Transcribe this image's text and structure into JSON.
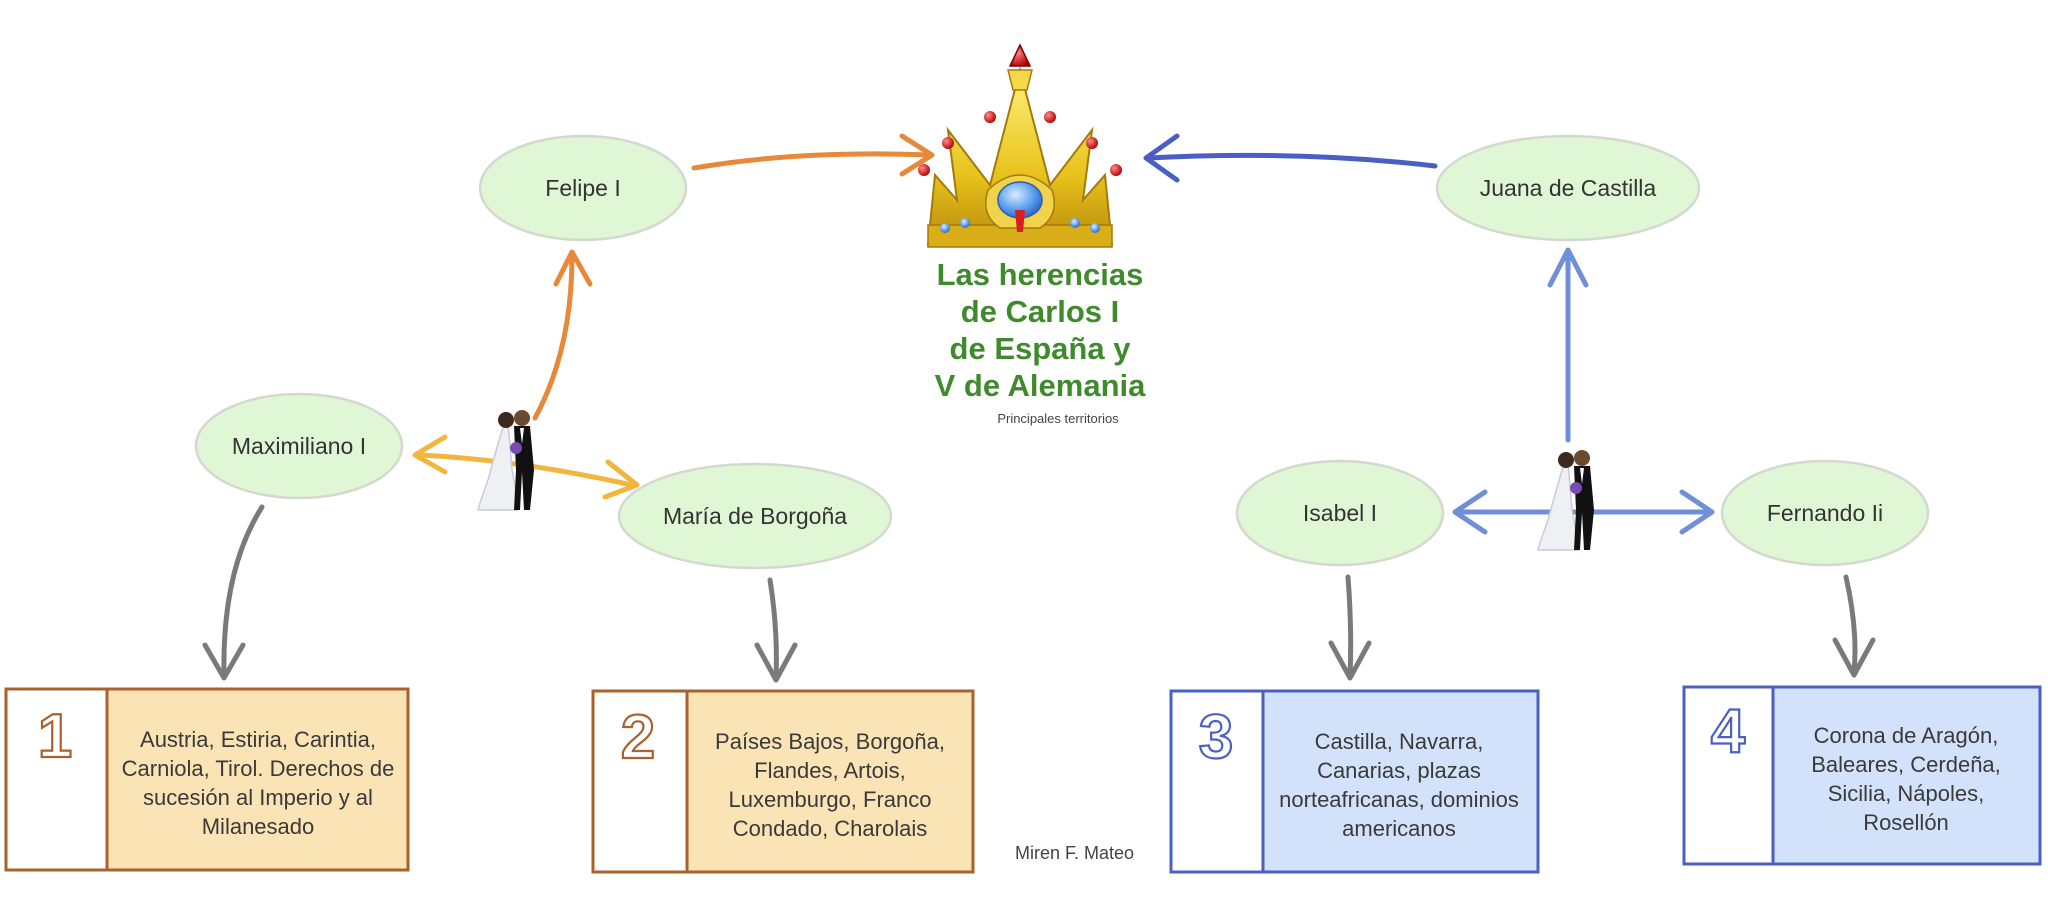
{
  "title": {
    "lines": [
      "Las herencias",
      "de Carlos I",
      "de España y",
      "V de Alemania"
    ],
    "subtitle": "Principales territorios"
  },
  "people": {
    "felipe": "Felipe I",
    "juana": "Juana de Castilla",
    "maximiliano": "Maximiliano I",
    "maria": "María de Borgoña",
    "isabel": "Isabel I",
    "fernando": "Fernando Ii"
  },
  "inheritances": [
    {
      "number": "1",
      "lines": [
        "Austria, Estiria, Carintia,",
        "Carniola, Tirol. Derechos de",
        "sucesión al Imperio y al",
        "Milanesado"
      ]
    },
    {
      "number": "2",
      "lines": [
        "Países Bajos, Borgoña,",
        "Flandes, Artois,",
        "Luxemburgo, Franco",
        "Condado, Charolais"
      ]
    },
    {
      "number": "3",
      "lines": [
        "Castilla, Navarra,",
        "Canarias, plazas",
        "norteafricanas, dominios",
        "americanos"
      ]
    },
    {
      "number": "4",
      "lines": [
        "Corona de Aragón,",
        "Baleares, Cerdeña,",
        "Sicilia, Nápoles,",
        "Rosellón"
      ]
    }
  ],
  "author": "Miren F. Mateo",
  "colors": {
    "node_fill": "#dff7d5",
    "title_green": "#3f8a2c",
    "orange_arrow": "#e8883a",
    "yellow_arrow": "#f2b63e",
    "blue_arrow": "#6f8fd8",
    "gray_arrow": "#7a7a7a",
    "box_orange_fill": "#fae3b4",
    "box_orange_border": "#a8622c",
    "box_blue_fill": "#d3e2fb",
    "box_blue_border": "#4d5fc0"
  },
  "icons": [
    "crown-icon",
    "bride-groom-icon"
  ]
}
